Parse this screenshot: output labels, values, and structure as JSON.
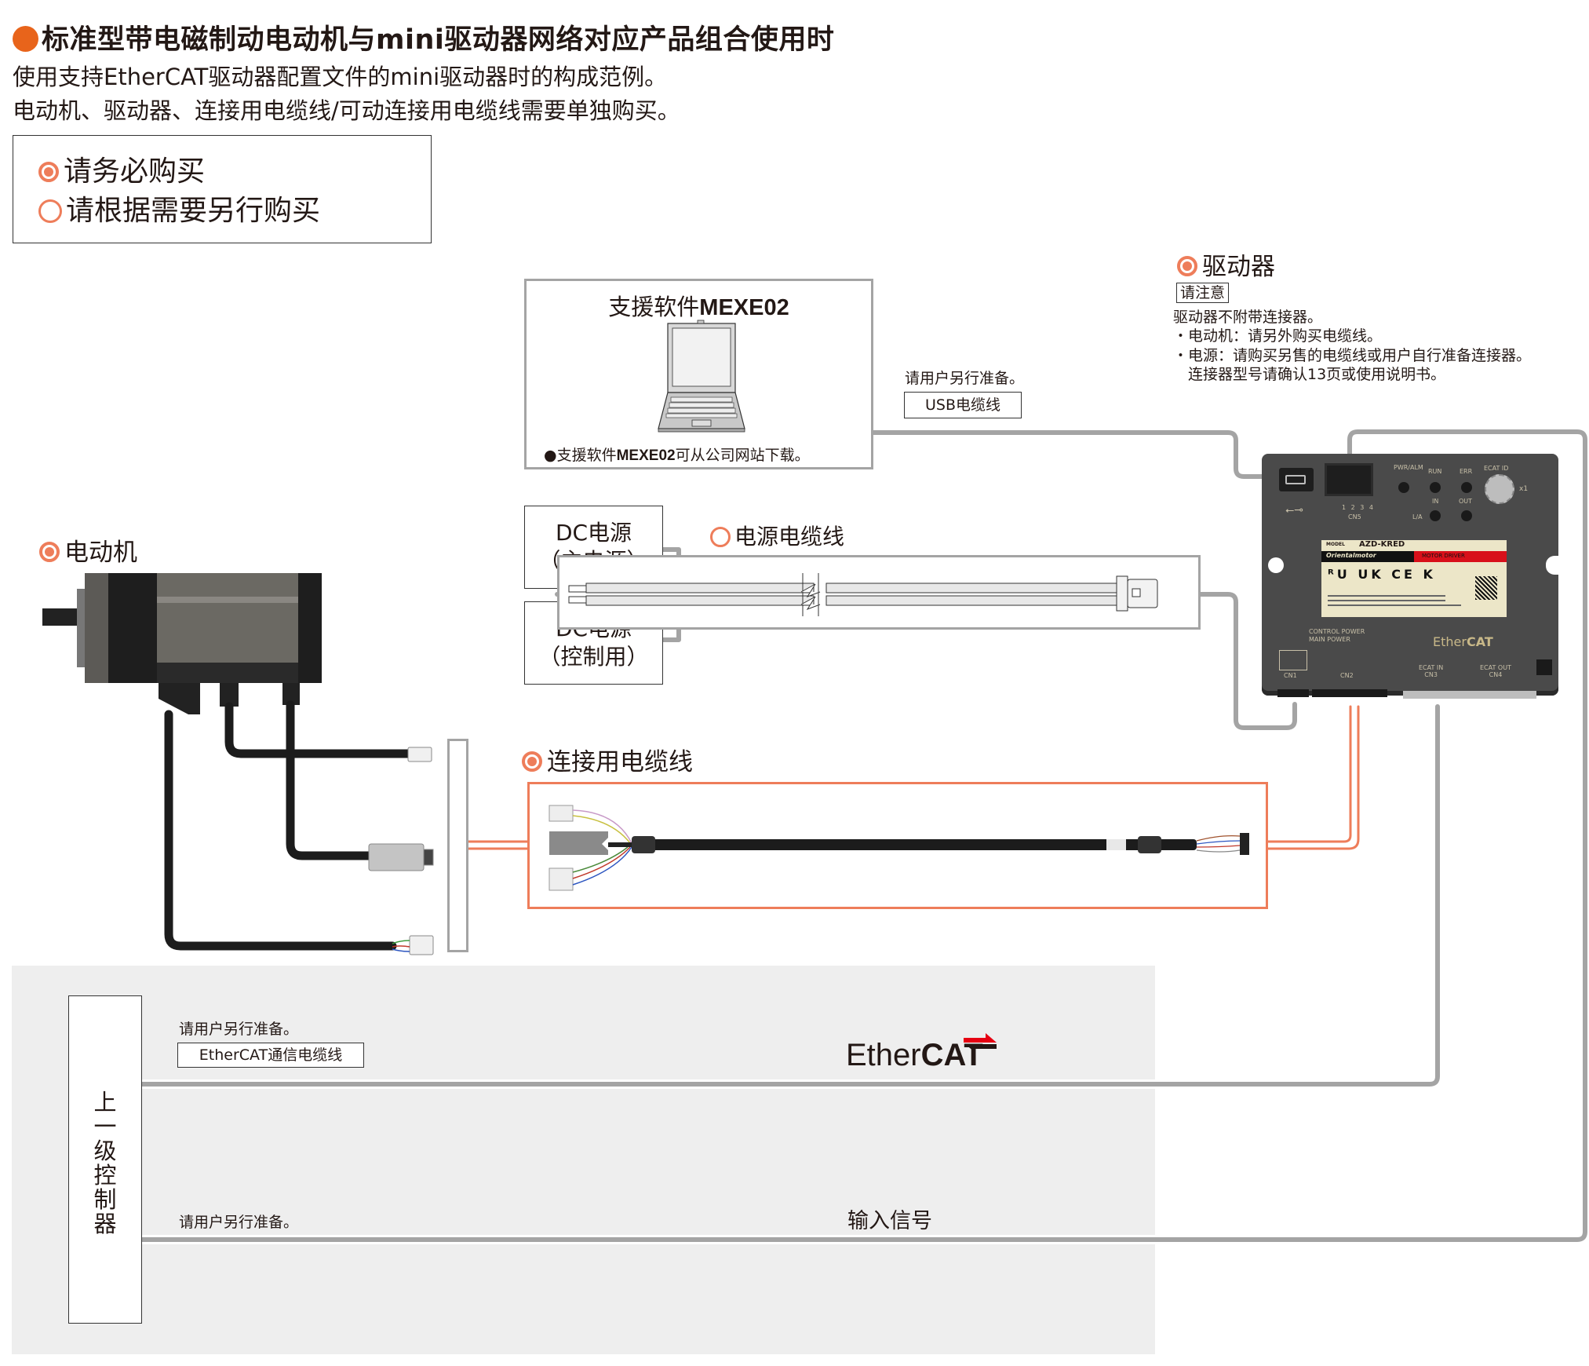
{
  "header": {
    "title": "标准型带电磁制动电动机与mini驱动器网络对应产品组合使用时",
    "subtitle_lines": [
      "使用支持EtherCAT驱动器配置文件的mini驱动器时的构成范例。",
      "电动机、驱动器、连接用电缆线/可动连接用电缆线需要单独购买。"
    ]
  },
  "legend": {
    "required": "请务必购买",
    "optional": "请根据需要另行购买"
  },
  "software": {
    "title_prefix": "支援软件",
    "title_product": "MEXE02",
    "note_bullet": "●",
    "note_prefix": "支援软件",
    "note_product": "MEXE02",
    "note_suffix": "可从公司网站下载。"
  },
  "usb_cable": {
    "note": "请用户另行准备。",
    "label": "USB电缆线"
  },
  "driver": {
    "label": "驱动器",
    "attention_label": "请注意",
    "notes": [
      "驱动器不附带连接器。",
      "・电动机：请另外购买电缆线。",
      "・电源：请购买另售的电缆线或用户自行准备连接器。",
      "　连接器型号请确认13页或使用说明书。"
    ],
    "device": {
      "model_label": "MODEL",
      "model": "AZD-KRED",
      "brand": "Orientalmotor",
      "type": "MOTOR DRIVER",
      "leds_top": [
        "PWR/ALM",
        "RUN",
        "ERR"
      ],
      "leds_bottom_labels": [
        "IN",
        "OUT"
      ],
      "la_label": "L/A",
      "ecat_id": "ECAT ID",
      "x1": "x1",
      "cn5_pins": "1 2 3 4",
      "cn5": "CN5",
      "control_power": "CONTROL POWER",
      "main_power": "MAIN POWER",
      "cn1": "CN1",
      "cn2": "CN2",
      "ecat_in": "ECAT IN",
      "cn3": "CN3",
      "ecat_out": "ECAT OUT",
      "cn4": "CN4",
      "logo": "EtherCAT"
    }
  },
  "power": {
    "dc_main_line1": "DC电源",
    "dc_main_line2": "（主电源）",
    "dc_ctrl_line1": "DC电源",
    "dc_ctrl_line2": "（控制用）",
    "cable_label": "电源电缆线"
  },
  "motor": {
    "label": "电动机"
  },
  "connection_cable": {
    "label": "连接用电缆线"
  },
  "controller": {
    "label_chars": [
      "上",
      "一",
      "级",
      "控",
      "制",
      "器"
    ],
    "ethercat_note": "请用户另行准备。",
    "ethercat_cable_label": "EtherCAT通信电缆线",
    "ethercat_logo_light": "Ether",
    "ethercat_logo_bold": "CAT",
    "input_note": "请用户另行准备。",
    "input_signal_label": "输入信号"
  },
  "colors": {
    "accent_orange": "#ee7d5a",
    "title_dot": "#e8641b",
    "wire_gray": "#a4a4a4",
    "band_gray": "#eeeeee",
    "ethercat_red": "#e60012"
  }
}
